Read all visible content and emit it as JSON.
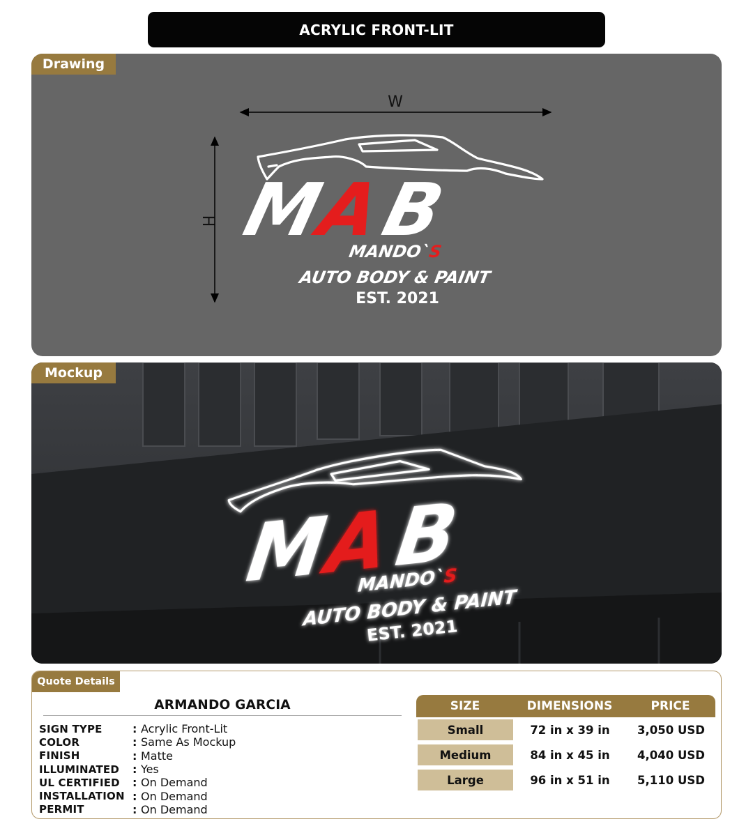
{
  "header": {
    "title": "ACRYLIC FRONT-LIT"
  },
  "drawing": {
    "tab_label": "Drawing",
    "width_label": "W",
    "height_label": "H"
  },
  "mockup": {
    "tab_label": "Mockup"
  },
  "logo": {
    "initials_1": "M",
    "initials_2": "A",
    "initials_3": "B",
    "name_main": "MANDO`",
    "name_accent": "S",
    "tagline": "AUTO BODY & PAINT",
    "established": "EST. 2021"
  },
  "quote": {
    "tab_label": "Quote Details",
    "client_name": "ARMANDO GARCIA",
    "specs": [
      {
        "label": "SIGN TYPE",
        "value": "Acrylic Front-Lit"
      },
      {
        "label": "COLOR",
        "value": "Same As Mockup"
      },
      {
        "label": "FINISH",
        "value": "Matte"
      },
      {
        "label": "ILLUMINATED",
        "value": "Yes"
      },
      {
        "label": "UL CERTIFIED",
        "value": "On Demand"
      },
      {
        "label": "INSTALLATION",
        "value": "On Demand"
      },
      {
        "label": "PERMIT",
        "value": "On Demand"
      }
    ],
    "colon": ":",
    "table_headers": {
      "size": "SIZE",
      "dimensions": "DIMENSIONS",
      "price": "PRICE"
    },
    "rows": [
      {
        "size": "Small",
        "dimensions": "72 in x 39 in",
        "price": "3,050 USD"
      },
      {
        "size": "Medium",
        "dimensions": "84 in x 45 in",
        "price": "4,040 USD"
      },
      {
        "size": "Large",
        "dimensions": "96 in x 51 in",
        "price": "5,110 USD"
      }
    ]
  },
  "colors": {
    "accent_gold": "#977a3f",
    "size_cell": "#cfbe98",
    "logo_red": "#e41d1d",
    "drawing_bg": "#666666",
    "title_bg": "#050505"
  }
}
